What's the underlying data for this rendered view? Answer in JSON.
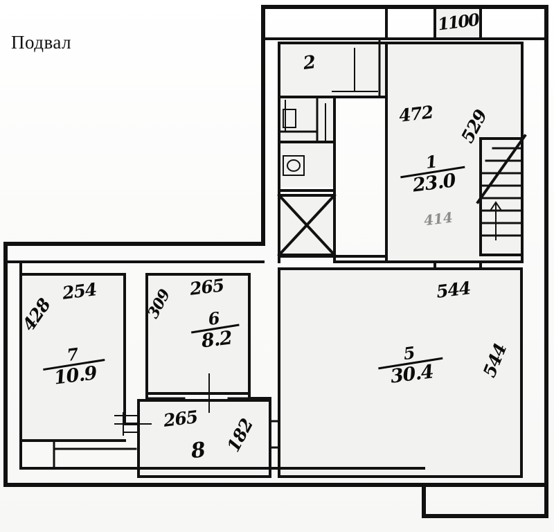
{
  "document": {
    "caption": "Подвал",
    "kind": "floor-plan",
    "ink_color": "#0b0b0b",
    "paper_color": "#fdfdfc"
  },
  "annotations": {
    "top_corridor_code": "1100",
    "faint_mark_room1": "414"
  },
  "rooms": [
    {
      "id": "room-2",
      "number": "2",
      "area": "",
      "width_mm": "",
      "height_mm": ""
    },
    {
      "id": "room-1",
      "number": "1",
      "area": "23.0",
      "width_mm": "472",
      "height_mm": "529"
    },
    {
      "id": "room-5",
      "number": "5",
      "area": "30.4",
      "width_mm": "544",
      "height_mm": "544"
    },
    {
      "id": "room-6",
      "number": "6",
      "area": "8.2",
      "width_mm": "265",
      "height_mm": "309"
    },
    {
      "id": "room-7",
      "number": "7",
      "area": "10.9",
      "width_mm": "254",
      "height_mm": "428"
    },
    {
      "id": "room-8",
      "number": "8",
      "area": "",
      "width_mm": "265",
      "height_mm": "182"
    }
  ],
  "fixtures": [
    {
      "id": "shaft",
      "label": "ventilation-shaft"
    },
    {
      "id": "stair",
      "label": "staircase"
    },
    {
      "id": "wc",
      "label": "toilet"
    },
    {
      "id": "sink",
      "label": "sink"
    }
  ]
}
